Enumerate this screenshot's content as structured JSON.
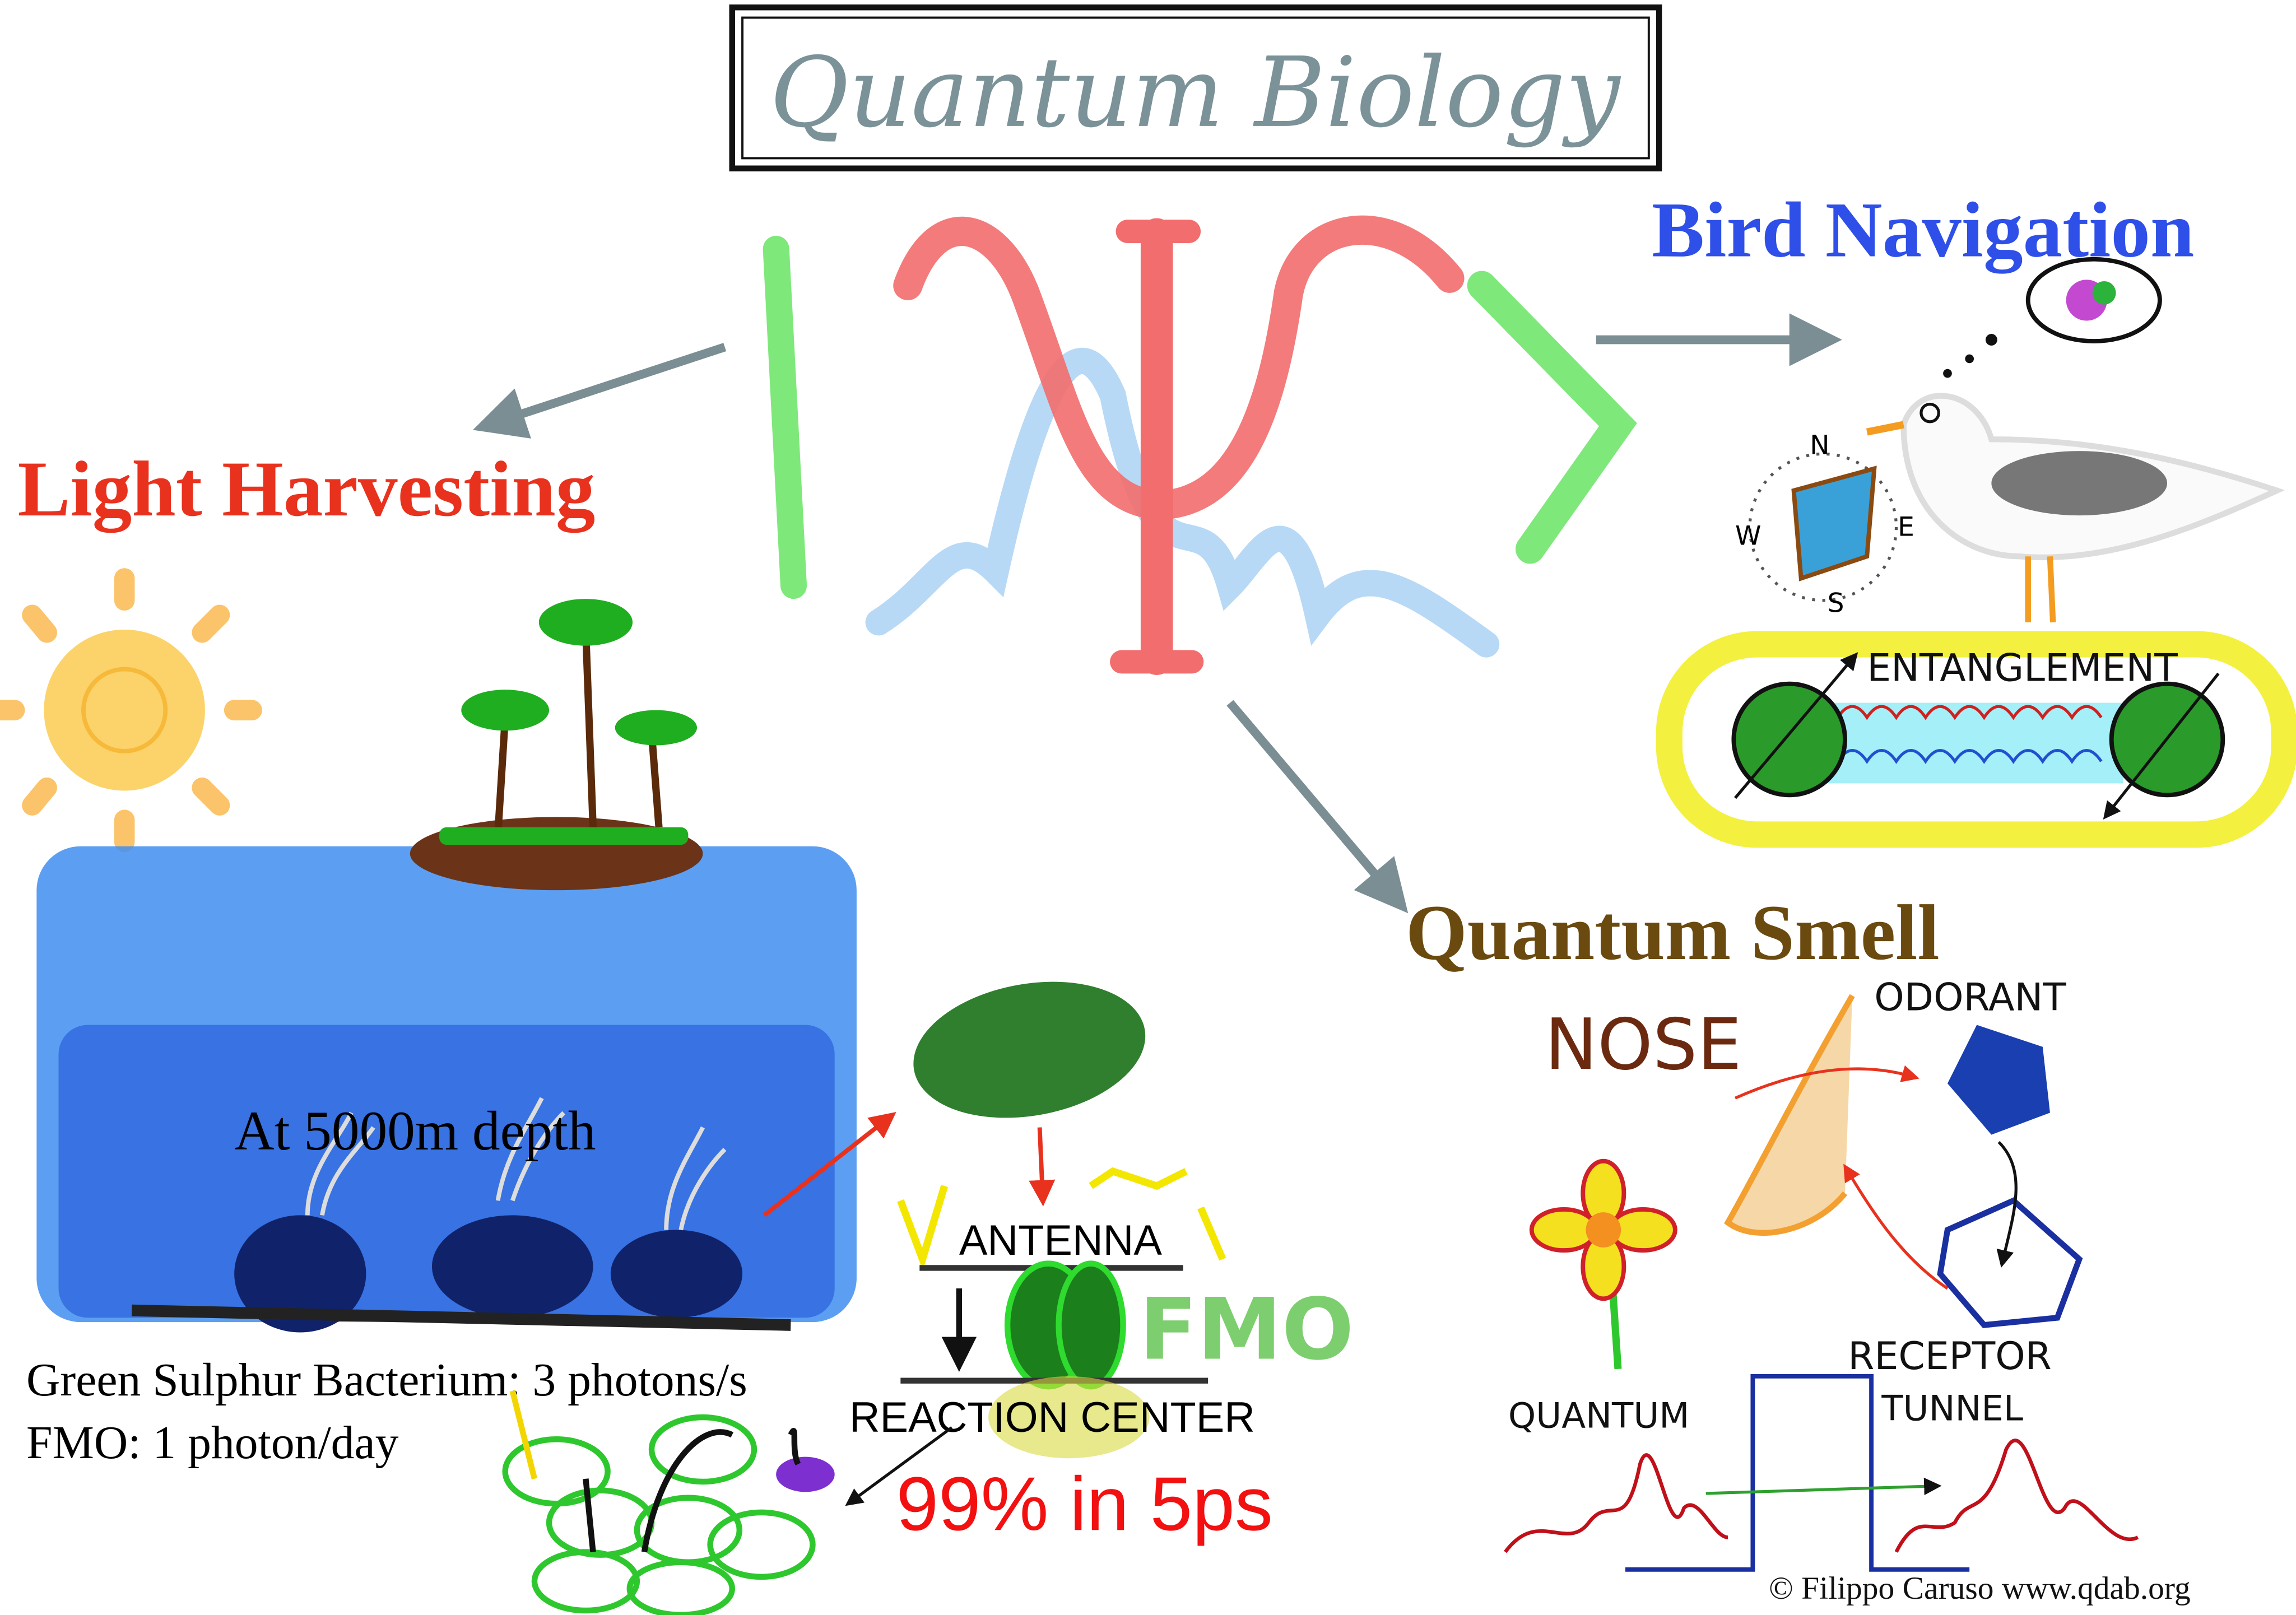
{
  "title": "Quantum Biology",
  "sections": {
    "light_harvesting": "Light Harvesting",
    "bird_navigation": "Bird Navigation",
    "quantum_smell": "Quantum Smell"
  },
  "light_harvesting": {
    "depth_label": "At 5000m depth",
    "bacterium_rate": "Green Sulphur Bacterium: 3 photons/s",
    "fmo_rate": "FMO: 1 photon/day",
    "antenna": "ANTENNA",
    "reaction_center": "REACTION CENTER",
    "fmo": "FMO",
    "efficiency": "99% in 5ps"
  },
  "bird_navigation": {
    "compass": {
      "n": "N",
      "e": "E",
      "s": "S",
      "w": "W"
    },
    "entanglement": "ENTANGLEMENT"
  },
  "quantum_smell": {
    "nose": "NOSE",
    "odorant": "ODORANT",
    "receptor": "RECEPTOR",
    "quantum": "QUANTUM",
    "tunnel": "TUNNEL"
  },
  "credit": "© Filippo Caruso www.qdab.org",
  "colors": {
    "title": "#7a9298",
    "light_harvesting": "#e8321e",
    "bird_navigation": "#2e4fe8",
    "quantum_smell": "#6b4a10",
    "arrow": "#7a8e94"
  }
}
